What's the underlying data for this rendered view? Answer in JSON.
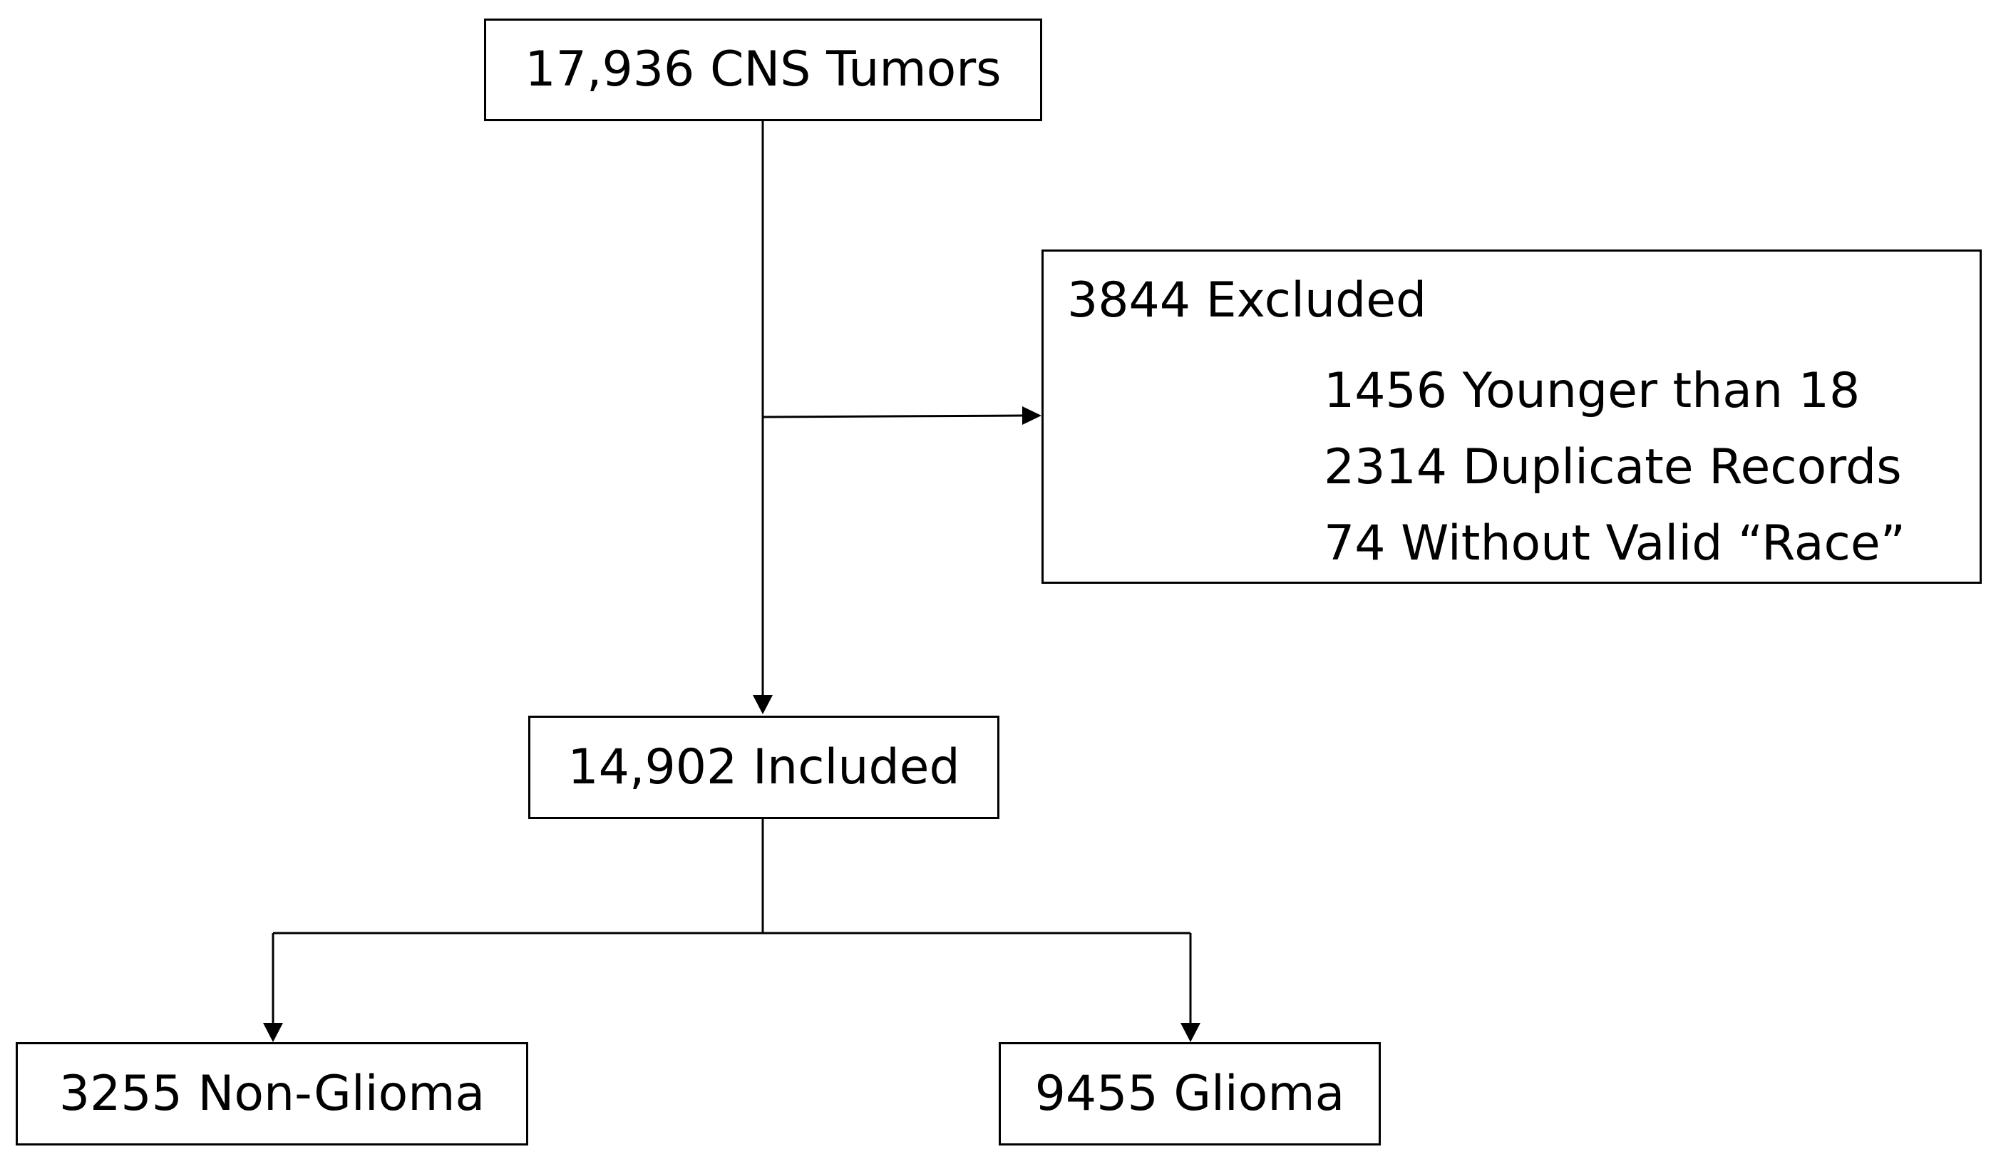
{
  "diagram": {
    "nodes": {
      "total": {
        "label": "17,936 CNS Tumors"
      },
      "excluded": {
        "label": "3844 Excluded",
        "reasons": [
          "1456 Younger than 18",
          "2314 Duplicate Records",
          "74 Without Valid “Race”"
        ]
      },
      "included": {
        "label": "14,902 Included"
      },
      "non_glioma": {
        "label": "3255 Non-Glioma"
      },
      "glioma": {
        "label": "9455 Glioma"
      }
    },
    "edges": [
      {
        "from": "total",
        "to": "included"
      },
      {
        "from": "total",
        "to": "excluded"
      },
      {
        "from": "included",
        "to": "non_glioma"
      },
      {
        "from": "included",
        "to": "glioma"
      }
    ],
    "colors": {
      "line": "#000000",
      "box_border": "#000000",
      "box_fill": "#ffffff",
      "text": "#000000",
      "background": "#ffffff"
    }
  }
}
